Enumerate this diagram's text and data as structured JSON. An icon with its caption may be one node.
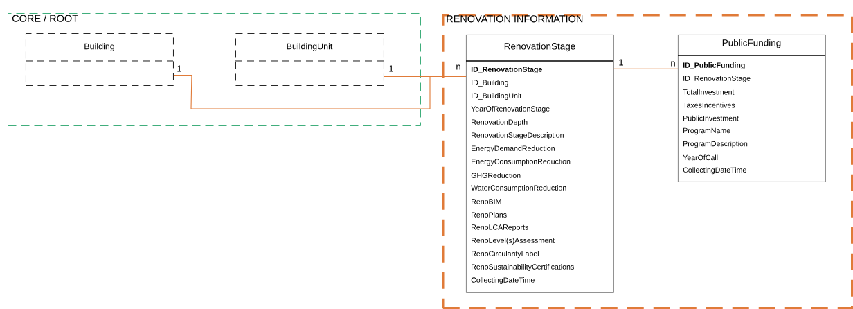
{
  "diagram": {
    "nodes": [
      {
        "text": [
          "CORE / ROOT"
        ]
      },
      {
        "text": [
          "Building"
        ],
        "in": 0
      },
      {
        "text": [
          "BuildingUnit"
        ],
        "in": 0
      },
      {
        "text": [
          "RENOVATION INFORMATION"
        ]
      },
      {
        "text": [
          "RenovationStage",
          "ID_RenovationStage",
          "ID_Building",
          "ID_BuildingUnit",
          "YearOfRenovationStage",
          "RenovationDepth",
          "RenovationStageDescription",
          "EnergyDemandReduction",
          "EnergyConsumptionReduction",
          "GHGReduction",
          "WaterConsumptionReduction",
          "RenoBIM",
          "RenoPlans",
          "RenoLCAReports",
          "RenoLevel(s)Assessment",
          "RenoCircularityLabel",
          "RenoSustainabilityCertifications",
          "CollectingDateTime"
        ],
        "in": 3
      },
      {
        "text": [
          "PublicFunding",
          "ID_PublicFunding",
          "ID_RenovationStage",
          "TotalInvestment",
          "TaxesIncentives",
          "PublicInvestment",
          "ProgramName",
          "ProgramDescription",
          "YearOfCall",
          "CollectingDateTime"
        ],
        "in": 3
      }
    ],
    "edges": [
      {
        "from": 1,
        "to": 4,
        "arrow": "none"
      },
      {
        "from": 2,
        "to": 4,
        "arrow": "none"
      },
      {
        "from": 4,
        "to": 5,
        "arrow": "none"
      }
    ],
    "labels": [
      "1",
      "1",
      "n",
      "1",
      "n"
    ]
  }
}
